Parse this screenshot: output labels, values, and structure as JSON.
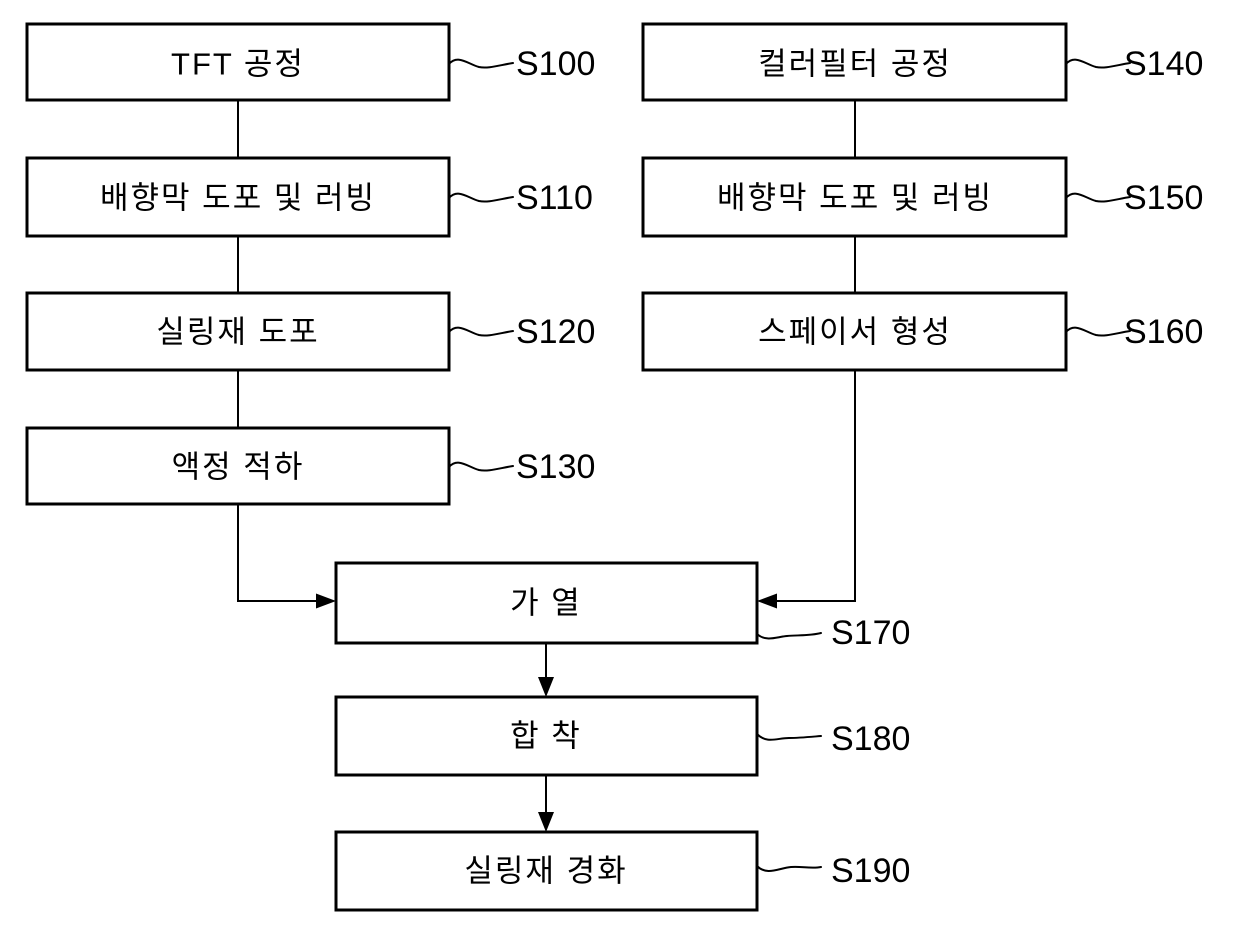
{
  "diagram": {
    "type": "flowchart",
    "background_color": "#ffffff",
    "line_color": "#000000",
    "left": [
      {
        "label": "TFT 공정",
        "step": "S100"
      },
      {
        "label": "배향막 도포 및 러빙",
        "step": "S110"
      },
      {
        "label": "실링재 도포",
        "step": "S120"
      },
      {
        "label": "액정 적하",
        "step": "S130"
      }
    ],
    "right": [
      {
        "label": "컬러필터 공정",
        "step": "S140"
      },
      {
        "label": "배향막 도포 및 러빙",
        "step": "S150"
      },
      {
        "label": "스페이서 형성",
        "step": "S160"
      }
    ],
    "merged": [
      {
        "label": "가 열",
        "step": "S170"
      },
      {
        "label": "합 착",
        "step": "S180"
      },
      {
        "label": "실링재 경화",
        "step": "S190"
      }
    ],
    "edges": [
      {
        "from": "S100",
        "to": "S110"
      },
      {
        "from": "S110",
        "to": "S120"
      },
      {
        "from": "S120",
        "to": "S130"
      },
      {
        "from": "S130",
        "to": "S170"
      },
      {
        "from": "S140",
        "to": "S150"
      },
      {
        "from": "S150",
        "to": "S160"
      },
      {
        "from": "S160",
        "to": "S170"
      },
      {
        "from": "S170",
        "to": "S180"
      },
      {
        "from": "S180",
        "to": "S190"
      }
    ]
  }
}
